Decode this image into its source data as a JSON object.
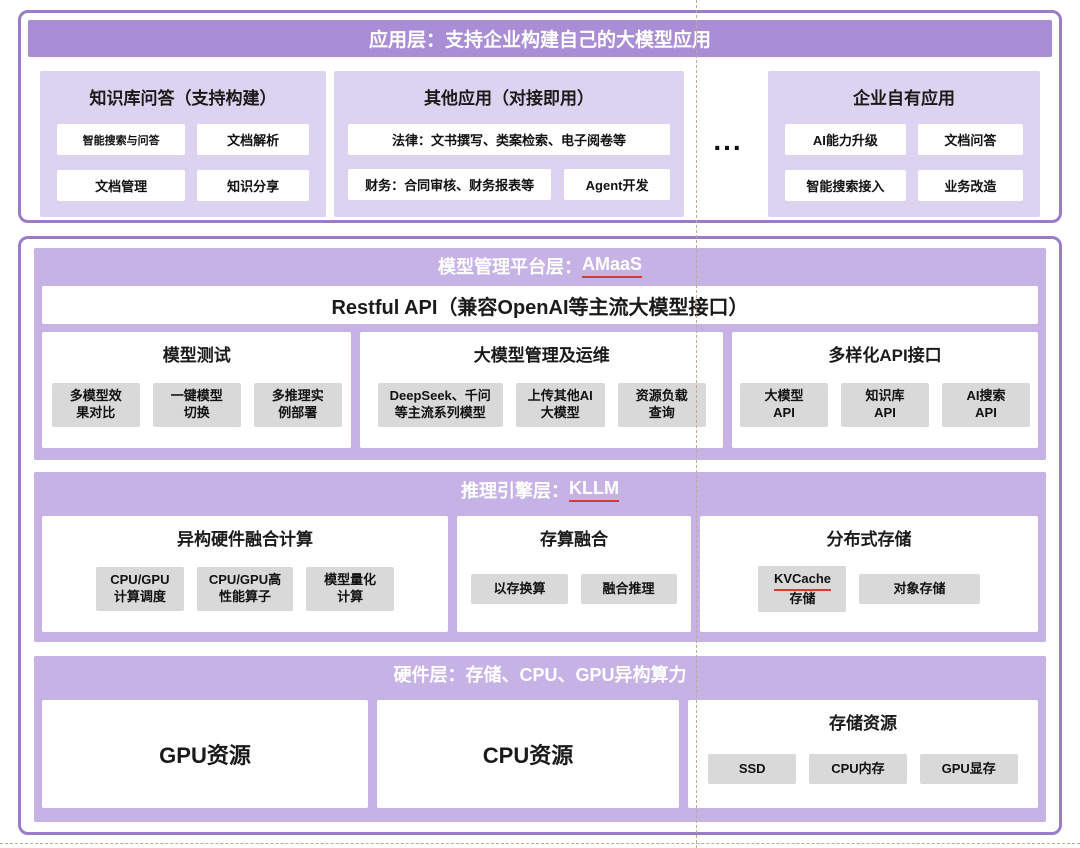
{
  "colors": {
    "outer_border": "#9a7cc9",
    "header_bar": "#a98dd5",
    "section_bg": "#c6b2e5",
    "panel_bg": "#dcd3f0",
    "chip_gray": "#d9d9d9",
    "underline_red": "#d93a2b"
  },
  "app_layer": {
    "title": "应用层：支持企业构建自己的大模型应用",
    "kb_panel": {
      "title": "知识库问答（支持构建）",
      "items": [
        "智能搜索与问答",
        "文档解析",
        "文档管理",
        "知识分享"
      ]
    },
    "other_panel": {
      "title": "其他应用（对接即用）",
      "items": [
        "法律：文书撰写、类案检索、电子阅卷等",
        "财务：合同审核、财务报表等",
        "Agent开发"
      ]
    },
    "ellipsis": "...",
    "enterprise_panel": {
      "title": "企业自有应用",
      "items": [
        "AI能力升级",
        "文档问答",
        "智能搜索接入",
        "业务改造"
      ]
    }
  },
  "platform_layer": {
    "title_prefix": "模型管理平台层：",
    "title_name": "AMaaS",
    "api_bar": "Restful API（兼容OpenAI等主流大模型接口）",
    "model_test": {
      "title": "模型测试",
      "items": [
        "多模型效\n果对比",
        "一键模型\n切换",
        "多推理实\n例部署"
      ]
    },
    "model_ops": {
      "title": "大模型管理及运维",
      "items": [
        "DeepSeek、千问\n等主流系列模型",
        "上传其他AI\n大模型",
        "资源负载\n查询"
      ]
    },
    "api_panel": {
      "title": "多样化API接口",
      "items": [
        "大模型\nAPI",
        "知识库\nAPI",
        "AI搜索\nAPI"
      ]
    }
  },
  "engine_layer": {
    "title_prefix": "推理引擎层：",
    "title_name": "KLLM",
    "hetero_panel": {
      "title": "异构硬件融合计算",
      "items": [
        "CPU/GPU\n计算调度",
        "CPU/GPU高\n性能算子",
        "模型量化\n计算"
      ]
    },
    "fusion_panel": {
      "title": "存算融合",
      "items": [
        "以存换算",
        "融合推理"
      ]
    },
    "storage_panel": {
      "title": "分布式存储",
      "kvcache_name": "KVCache",
      "kvcache_suffix": "存储",
      "object_storage": "对象存储"
    }
  },
  "hardware_layer": {
    "title": "硬件层：存储、CPU、GPU异构算力",
    "gpu_label": "GPU资源",
    "cpu_label": "CPU资源",
    "storage_panel": {
      "title": "存储资源",
      "items": [
        "SSD",
        "CPU内存",
        "GPU显存"
      ]
    }
  }
}
